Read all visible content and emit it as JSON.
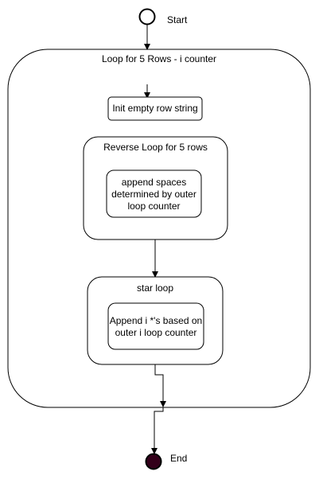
{
  "start": {
    "label": "Start"
  },
  "end": {
    "label": "End"
  },
  "outer_loop": {
    "label": "Loop for 5 Rows - i counter"
  },
  "init_step": {
    "label": "Init empty row string"
  },
  "reverse_loop": {
    "label": "Reverse Loop for 5 rows",
    "step": "append spaces\ndetermined by outer\nloop counter"
  },
  "star_loop": {
    "label": "star loop",
    "step": "Append i *'s based on\nouter i loop counter"
  },
  "colors": {
    "stroke": "#000000",
    "end_fill": "#33001a",
    "background": "#ffffff"
  }
}
